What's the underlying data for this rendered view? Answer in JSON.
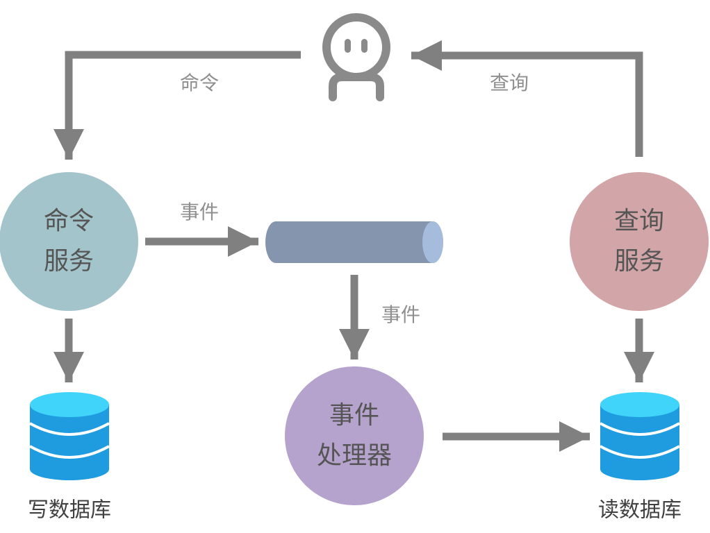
{
  "nodes": {
    "command_service": {
      "line1": "命令",
      "line2": "服务",
      "color": "#a4c4cb"
    },
    "query_service": {
      "line1": "查询",
      "line2": "服务",
      "color": "#d2a5a8"
    },
    "event_handler": {
      "line1": "事件",
      "line2": "处理器",
      "color": "#b6a3cd"
    },
    "event_queue": {
      "color": "#8595ae",
      "cap_color": "#a6bcdc"
    },
    "write_db": {
      "label": "写数据库"
    },
    "read_db": {
      "label": "读数据库"
    }
  },
  "edges": {
    "user_to_command": "命令",
    "query_to_user": "查询",
    "command_to_queue": "事件",
    "queue_to_handler": "事件"
  },
  "colors": {
    "arrow": "#808080",
    "user_icon": "#8a8a8a",
    "db_top": "#40d4fb",
    "db_body": "#1f9be0",
    "db_stripe": "#ffffff"
  },
  "icons": {
    "user": "user-icon",
    "db": "database-icon"
  }
}
